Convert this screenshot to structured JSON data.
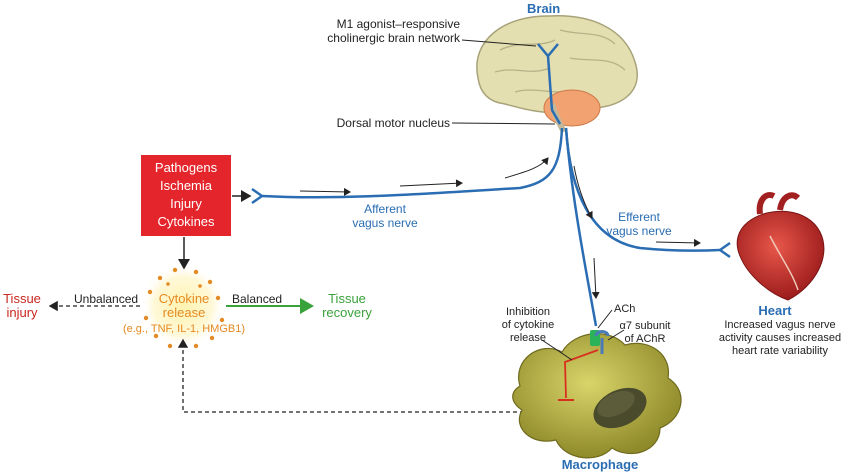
{
  "labels": {
    "brain": "Brain",
    "m1_network": [
      "M1 agonist–responsive",
      "cholinergic brain network"
    ],
    "dorsal_motor_nucleus": "Dorsal motor nucleus",
    "stimuli": [
      "Pathogens",
      "Ischemia",
      "Injury",
      "Cytokines"
    ],
    "afferent": [
      "Afferent",
      "vagus nerve"
    ],
    "efferent": [
      "Efferent",
      "vagus nerve"
    ],
    "heart": "Heart",
    "heart_note": [
      "Increased vagus nerve",
      "activity causes increased",
      "heart rate variability"
    ],
    "tissue_injury": [
      "Tissue",
      "injury"
    ],
    "unbalanced": "Unbalanced",
    "cytokine_release": [
      "Cytokine",
      "release"
    ],
    "cytokine_examples": "(e.g., TNF, IL-1, HMGB1)",
    "balanced": "Balanced",
    "tissue_recovery": [
      "Tissue",
      "recovery"
    ],
    "inhibition": [
      "Inhibition",
      "of cytokine",
      "release"
    ],
    "ach": "ACh",
    "alpha7": [
      "α7 subunit",
      "of AChR"
    ],
    "macrophage": "Macrophage"
  },
  "colors": {
    "nerve_blue": "#2a6db3",
    "stimulus_red": "#e4252b",
    "injury_red": "#c8281e",
    "cytokine_orange": "#e58a22",
    "recovery_green": "#3aa23a",
    "inhibition_red": "#d8301e"
  },
  "icons": [
    "brain-illustration",
    "heart-illustration",
    "macrophage-cell",
    "cytokine-cluster",
    "receptor-icon"
  ]
}
